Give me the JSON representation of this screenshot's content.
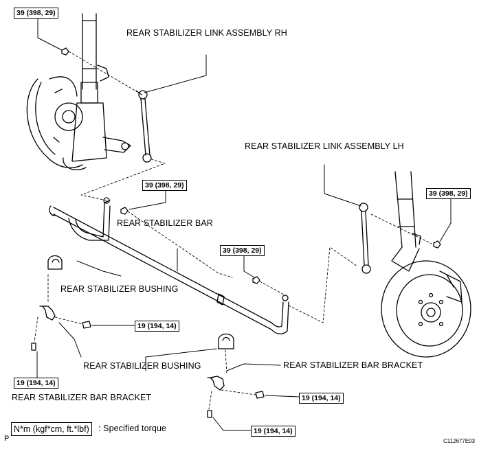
{
  "labels": {
    "link_rh": "REAR STABILIZER LINK ASSEMBLY RH",
    "link_lh": "REAR STABILIZER LINK ASSEMBLY LH",
    "bar": "REAR STABILIZER BAR",
    "bushing_upper": "REAR STABILIZER BUSHING",
    "bushing_lower": "REAR STABILIZER BUSHING",
    "bracket_left": "REAR STABILIZER BAR BRACKET",
    "bracket_right": "REAR STABILIZER BAR BRACKET"
  },
  "torques": {
    "t1": "39 (398, 29)",
    "t2": "39 (398, 29)",
    "t3": "39 (398, 29)",
    "t4": "39 (398, 29)",
    "t5": "19 (194, 14)",
    "t6": "19 (194, 14)",
    "t7": "19 (194, 14)",
    "t8": "19 (194, 14)"
  },
  "legend": {
    "unit": "N*m (kgf*cm, ft.*lbf)",
    "text": ": Specified torque"
  },
  "footer": {
    "left_mark": "P",
    "figure_code": "C112677E03"
  }
}
